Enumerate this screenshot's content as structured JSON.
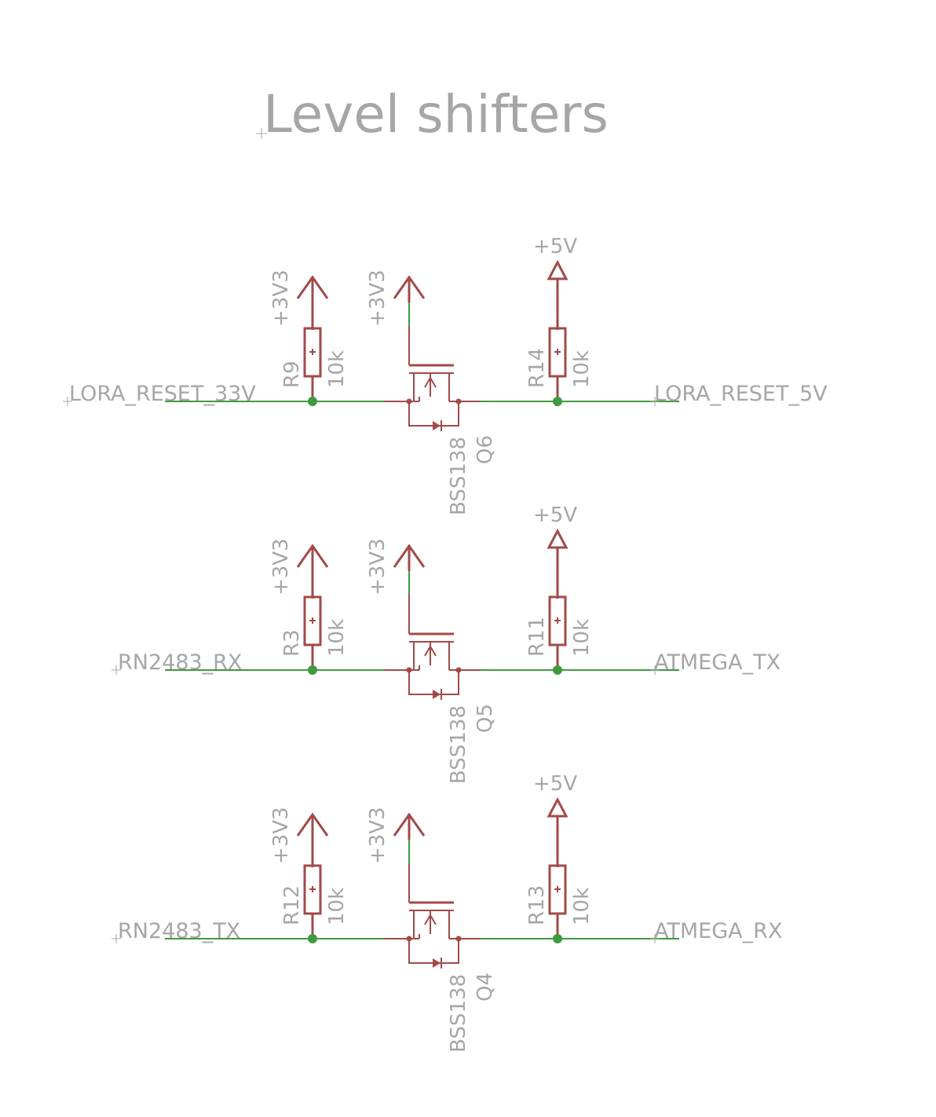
{
  "title": "Level shifters",
  "colors": {
    "wire": "#3f9a3f",
    "symbol": "#a24a4a",
    "text": "#a6a6a6",
    "background": "#ffffff"
  },
  "stages": [
    {
      "net_left": "LORA_RESET_33V",
      "net_right": "LORA_RESET_5V",
      "left_resistor": {
        "ref": "R9",
        "value": "10k",
        "supply": "+3V3"
      },
      "gate_supply": "+3V3",
      "right_resistor": {
        "ref": "R14",
        "value": "10k",
        "supply": "+5V"
      },
      "mosfet": {
        "ref": "Q6",
        "part": "BSS138"
      }
    },
    {
      "net_left": "RN2483_RX",
      "net_right": "ATMEGA_TX",
      "left_resistor": {
        "ref": "R3",
        "value": "10k",
        "supply": "+3V3"
      },
      "gate_supply": "+3V3",
      "right_resistor": {
        "ref": "R11",
        "value": "10k",
        "supply": "+5V"
      },
      "mosfet": {
        "ref": "Q5",
        "part": "BSS138"
      }
    },
    {
      "net_left": "RN2483_TX",
      "net_right": "ATMEGA_RX",
      "left_resistor": {
        "ref": "R12",
        "value": "10k",
        "supply": "+3V3"
      },
      "gate_supply": "+3V3",
      "right_resistor": {
        "ref": "R13",
        "value": "10k",
        "supply": "+5V"
      },
      "mosfet": {
        "ref": "Q4",
        "part": "BSS138"
      }
    }
  ]
}
